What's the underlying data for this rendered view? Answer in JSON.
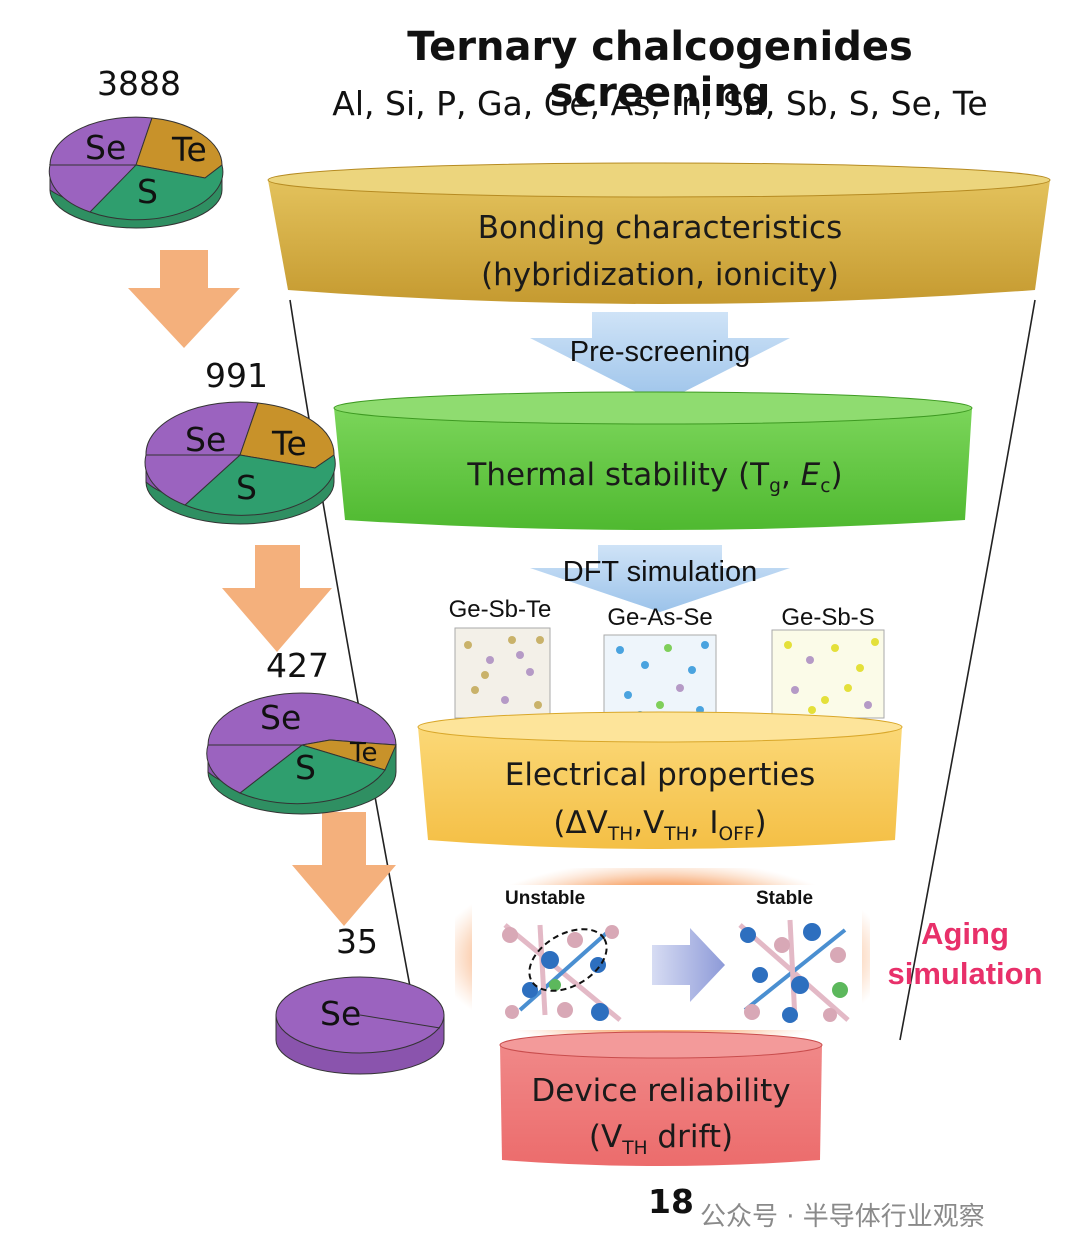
{
  "title": "Ternary chalcogenides screening",
  "elements": "Al, Si, P, Ga, Ge, As, In, Sn, Sb, S, Se, Te",
  "stages": {
    "bonding": {
      "line1": "Bonding characteristics",
      "line2": "(hybridization, ionicity)"
    },
    "pre_screening": "Pre-screening",
    "thermal": {
      "text": "Thermal stability (T",
      "sub_g": "g",
      "sep": ", ",
      "ec_main": "E",
      "ec_sub": "c",
      "close": ")"
    },
    "dft": "DFT simulation",
    "structures": [
      "Ge-Sb-Te",
      "Ge-As-Se",
      "Ge-Sb-S"
    ],
    "electrical": {
      "line1": "Electrical properties",
      "delta": "(ΔV",
      "sub1": "TH",
      "v": ",V",
      "sub2": "TH",
      "i": ", I",
      "sub3": "OFF",
      "close": ")"
    },
    "aging": {
      "unstable": "Unstable",
      "stable": "Stable",
      "label_line1": "Aging",
      "label_line2": "simulation"
    },
    "device": {
      "line1": "Device reliability",
      "open": "(V",
      "sub": "TH",
      "rest": " drift)"
    }
  },
  "counts": [
    "3888",
    "991",
    "427",
    "35",
    "18"
  ],
  "pies": [
    {
      "labels": [
        "Se",
        "Te",
        "S"
      ]
    },
    {
      "labels": [
        "Se",
        "Te",
        "S"
      ]
    },
    {
      "labels": [
        "Se",
        "S",
        "Te"
      ]
    },
    {
      "labels": [
        "Se"
      ]
    }
  ],
  "watermark": "公众号 · 半导体行业观察",
  "colors": {
    "bonding": "#c9a13a",
    "thermal": "#5bc639",
    "electrical": "#f6c653",
    "device": "#ef7777",
    "se": "#9b63bf",
    "te": "#c8922a",
    "s": "#2f9e6e",
    "arrow": "#f4b07c",
    "aging": "#e8306a"
  }
}
